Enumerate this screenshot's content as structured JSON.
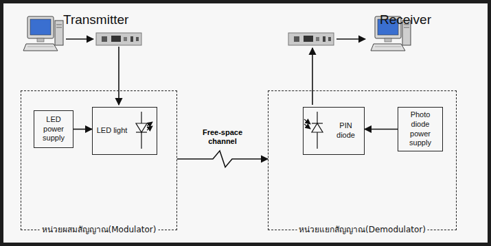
{
  "diagram": {
    "nodes": [
      {
        "text": [
          "หน่วยผสมสัญญาณ(Modulator)"
        ]
      },
      {
        "text": [
          "LED power supply"
        ],
        "in": 0
      },
      {
        "text": [
          "LED light"
        ],
        "in": 0
      },
      {
        "text": [
          "หน่วยแยกสัญญาณ(Demodulator)"
        ]
      },
      {
        "text": [
          "PIN diode"
        ],
        "in": 3
      },
      {
        "text": [
          "Photo diode power supply"
        ],
        "in": 3
      }
    ],
    "edges": [
      {
        "from": 1,
        "to": 2,
        "arrow": "to"
      },
      {
        "from": 5,
        "to": 4,
        "arrow": "to"
      },
      {
        "from": 0,
        "to": 3,
        "label": "Free-space channel",
        "arrow": "to"
      }
    ],
    "labels": [
      "Transmitter",
      "Receiver"
    ]
  }
}
